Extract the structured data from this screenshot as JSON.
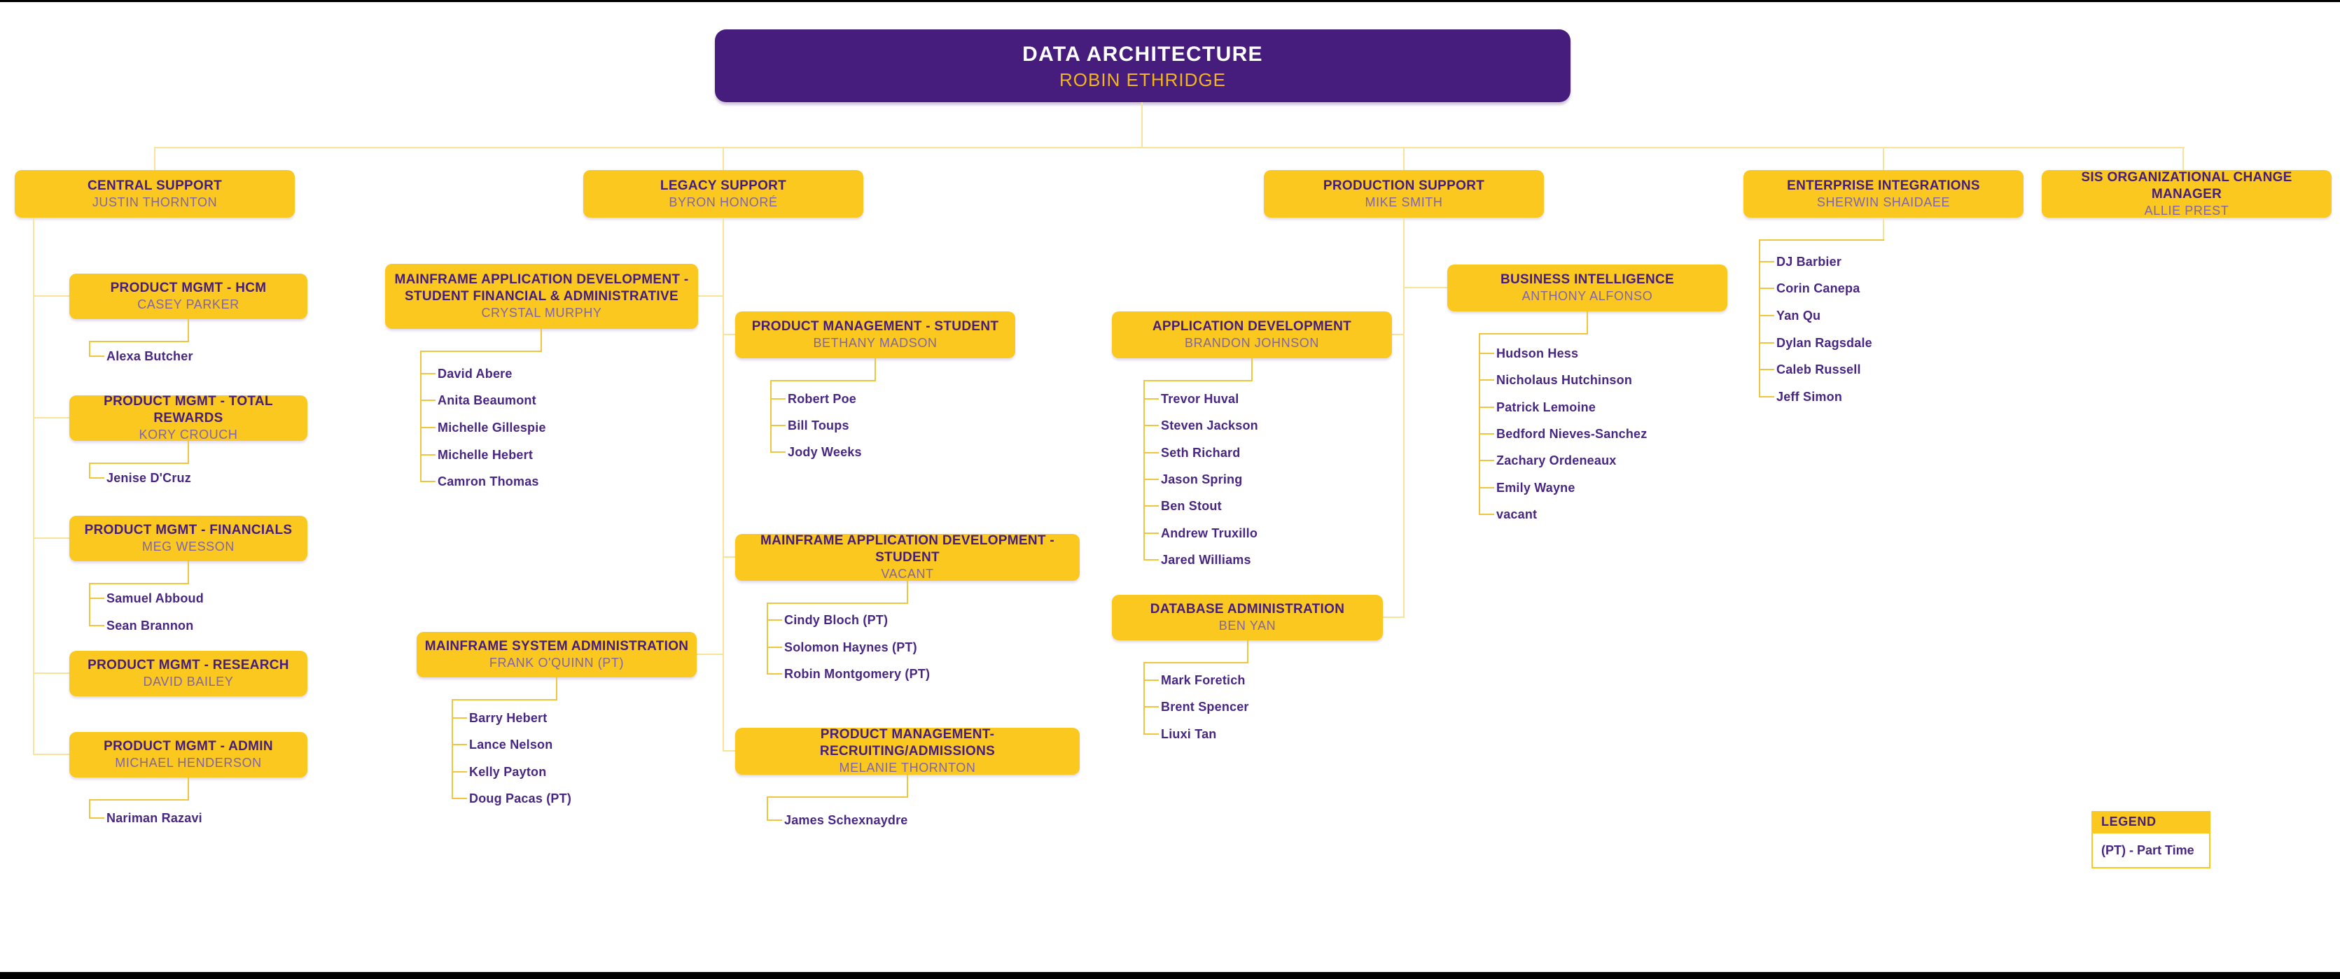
{
  "colors": {
    "brand_purple": "#461D7C",
    "brand_gold": "#FBC81F",
    "connector_pale": "#F8E39B",
    "connector_gold": "#EFC63E",
    "subtitle_purple": "#8164A8",
    "member_purple": "#482683"
  },
  "org": {
    "root": {
      "title": "DATA ARCHITECTURE",
      "name": "ROBIN ETHRIDGE"
    },
    "branches": [
      {
        "title": "CENTRAL SUPPORT",
        "name": "JUSTIN THORNTON",
        "children": [
          {
            "title": "PRODUCT MGMT - HCM",
            "name": "CASEY PARKER",
            "members": [
              "Alexa Butcher"
            ]
          },
          {
            "title": "PRODUCT MGMT - TOTAL REWARDS",
            "name": "KORY CROUCH",
            "members": [
              "Jenise D'Cruz"
            ]
          },
          {
            "title": "PRODUCT MGMT - FINANCIALS",
            "name": "MEG WESSON",
            "members": [
              "Samuel Abboud",
              "Sean Brannon"
            ]
          },
          {
            "title": "PRODUCT MGMT - RESEARCH",
            "name": "DAVID BAILEY",
            "members": []
          },
          {
            "title": "PRODUCT MGMT - ADMIN",
            "name": "MICHAEL HENDERSON",
            "members": [
              "Nariman Razavi"
            ]
          }
        ]
      },
      {
        "title": "LEGACY SUPPORT",
        "name": "BYRON HONORÉ",
        "children": [
          {
            "title": "MAINFRAME APPLICATION  DEVELOPMENT - STUDENT FINANCIAL & ADMINISTRATIVE",
            "name": "CRYSTAL MURPHY",
            "members": [
              "David Abere",
              "Anita Beaumont",
              "Michelle Gillespie",
              "Michelle Hebert",
              "Camron Thomas"
            ]
          },
          {
            "title": "PRODUCT MANAGEMENT - STUDENT",
            "name": "BETHANY MADSON",
            "members": [
              "Robert Poe",
              "Bill Toups",
              "Jody Weeks"
            ]
          },
          {
            "title": "MAINFRAME SYSTEM ADMINISTRATION",
            "name": "FRANK O'QUINN (PT)",
            "members": [
              "Barry Hebert",
              "Lance Nelson",
              "Kelly Payton",
              "Doug Pacas (PT)"
            ]
          },
          {
            "title": "MAINFRAME APPLICATION DEVELOPMENT - STUDENT",
            "name": "VACANT",
            "members": [
              "Cindy Bloch (PT)",
              "Solomon Haynes (PT)",
              "Robin Montgomery (PT)"
            ]
          },
          {
            "title": "PRODUCT MANAGEMENT- RECRUITING/ADMISSIONS",
            "name": "MELANIE THORNTON",
            "members": [
              "James Schexnaydre"
            ]
          }
        ]
      },
      {
        "title": "PRODUCTION SUPPORT",
        "name": "MIKE SMITH",
        "children": [
          {
            "title": "APPLICATION DEVELOPMENT",
            "name": "BRANDON JOHNSON",
            "members": [
              "Trevor Huval",
              "Steven Jackson",
              "Seth Richard",
              "Jason Spring",
              "Ben Stout",
              "Andrew Truxillo",
              "Jared Williams"
            ]
          },
          {
            "title": "BUSINESS INTELLIGENCE",
            "name": "ANTHONY ALFONSO",
            "members": [
              "Hudson Hess",
              "Nicholaus Hutchinson",
              "Patrick Lemoine",
              "Bedford Nieves-Sanchez",
              "Zachary Ordeneaux",
              "Emily Wayne",
              "vacant"
            ]
          },
          {
            "title": "DATABASE ADMINISTRATION",
            "name": "BEN YAN",
            "members": [
              "Mark Foretich",
              "Brent Spencer",
              "Liuxi Tan"
            ]
          }
        ]
      },
      {
        "title": "ENTERPRISE INTEGRATIONS",
        "name": "SHERWIN SHAIDAEE",
        "members": [
          "DJ Barbier",
          "Corin Canepa",
          "Yan Qu",
          "Dylan Ragsdale",
          "Caleb Russell",
          "Jeff Simon"
        ],
        "children": []
      },
      {
        "title": "SIS ORGANIZATIONAL CHANGE MANAGER",
        "name": "ALLIE PREST",
        "children": []
      }
    ]
  },
  "legend": {
    "title": "LEGEND",
    "entry": "(PT) - Part Time"
  }
}
